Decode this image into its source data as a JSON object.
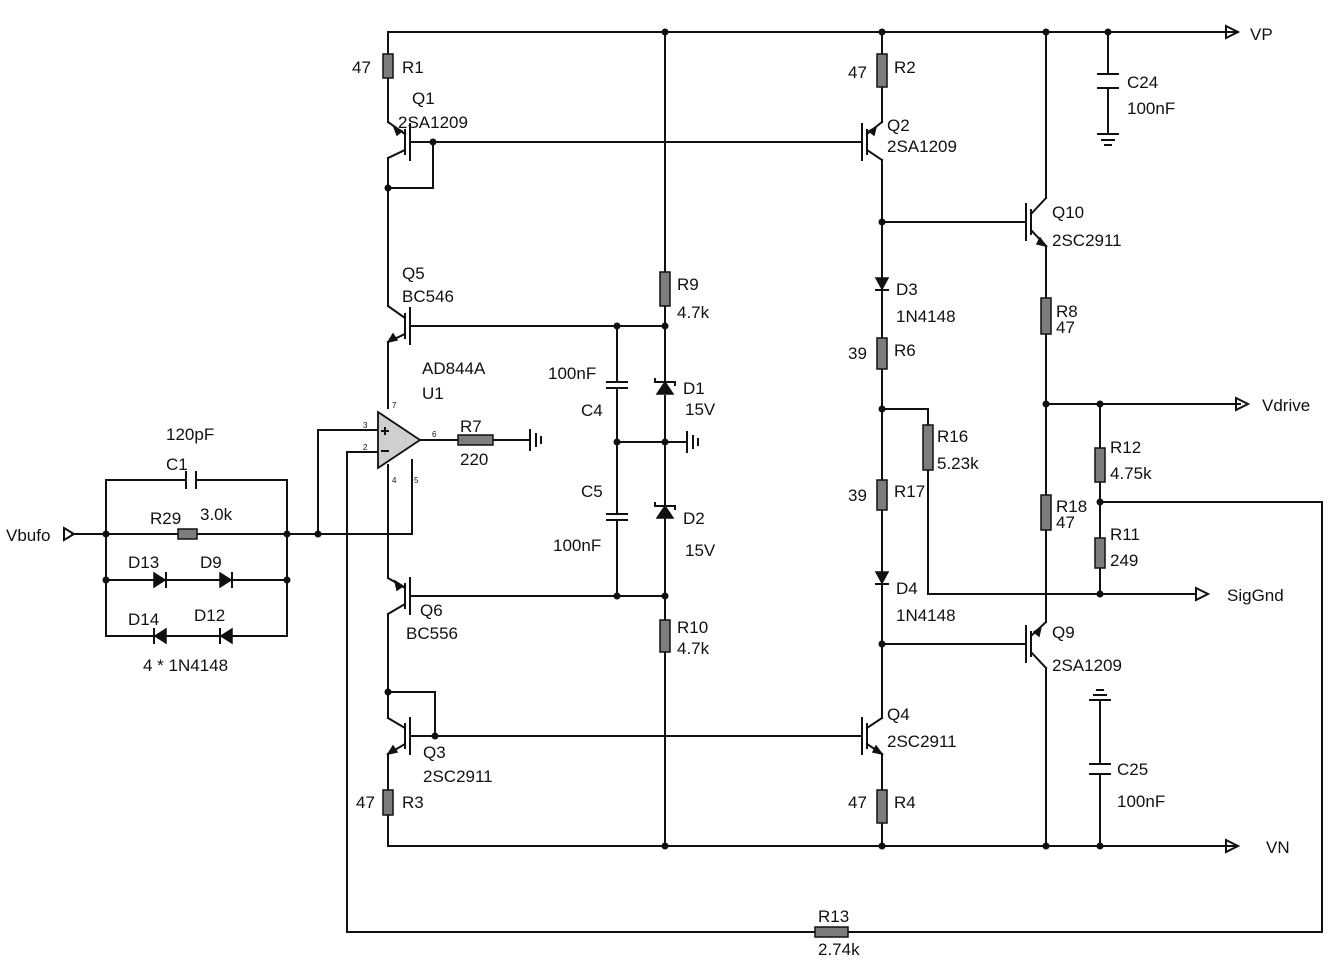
{
  "ports": {
    "vp": "VP",
    "vn": "VN",
    "vdrive": "Vdrive",
    "siggnd": "SigGnd",
    "vbufo": "Vbufo"
  },
  "components": {
    "r1": {
      "ref": "R1",
      "value": "47"
    },
    "r2": {
      "ref": "R2",
      "value": "47"
    },
    "r3": {
      "ref": "R3",
      "value": "47"
    },
    "r4": {
      "ref": "R4",
      "value": "47"
    },
    "r6": {
      "ref": "R6",
      "value": "39"
    },
    "r7": {
      "ref": "R7",
      "value": "220"
    },
    "r8": {
      "ref": "R8",
      "value": "47"
    },
    "r9": {
      "ref": "R9",
      "value": "4.7k"
    },
    "r10": {
      "ref": "R10",
      "value": "4.7k"
    },
    "r11": {
      "ref": "R11",
      "value": "249"
    },
    "r12": {
      "ref": "R12",
      "value": "4.75k"
    },
    "r13": {
      "ref": "R13",
      "value": "2.74k"
    },
    "r16": {
      "ref": "R16",
      "value": "5.23k"
    },
    "r17": {
      "ref": "R17",
      "value": "39"
    },
    "r18": {
      "ref": "R18",
      "value": "47"
    },
    "r29": {
      "ref": "R29",
      "value": "3.0k"
    },
    "c1": {
      "ref": "C1",
      "value": "120pF"
    },
    "c4": {
      "ref": "C4",
      "value": "100nF"
    },
    "c5": {
      "ref": "C5",
      "value": "100nF"
    },
    "c24": {
      "ref": "C24",
      "value": "100nF"
    },
    "c25": {
      "ref": "C25",
      "value": "100nF"
    },
    "q1": {
      "ref": "Q1",
      "part": "2SA1209"
    },
    "q2": {
      "ref": "Q2",
      "part": "2SA1209"
    },
    "q3": {
      "ref": "Q3",
      "part": "2SC2911"
    },
    "q4": {
      "ref": "Q4",
      "part": "2SC2911"
    },
    "q5": {
      "ref": "Q5",
      "part": "BC546"
    },
    "q6": {
      "ref": "Q6",
      "part": "BC556"
    },
    "q9": {
      "ref": "Q9",
      "part": "2SA1209"
    },
    "q10": {
      "ref": "Q10",
      "part": "2SC2911"
    },
    "d1": {
      "ref": "D1",
      "value": "15V"
    },
    "d2": {
      "ref": "D2",
      "value": "15V"
    },
    "d3": {
      "ref": "D3",
      "part": "1N4148"
    },
    "d4": {
      "ref": "D4",
      "part": "1N4148"
    },
    "d9": {
      "ref": "D9"
    },
    "d12": {
      "ref": "D12"
    },
    "d13": {
      "ref": "D13"
    },
    "d14": {
      "ref": "D14"
    },
    "diode_note": "4 * 1N4148",
    "u1": {
      "ref": "U1",
      "part": "AD844A",
      "pins": [
        "2",
        "3",
        "4",
        "5",
        "6",
        "7"
      ]
    }
  }
}
